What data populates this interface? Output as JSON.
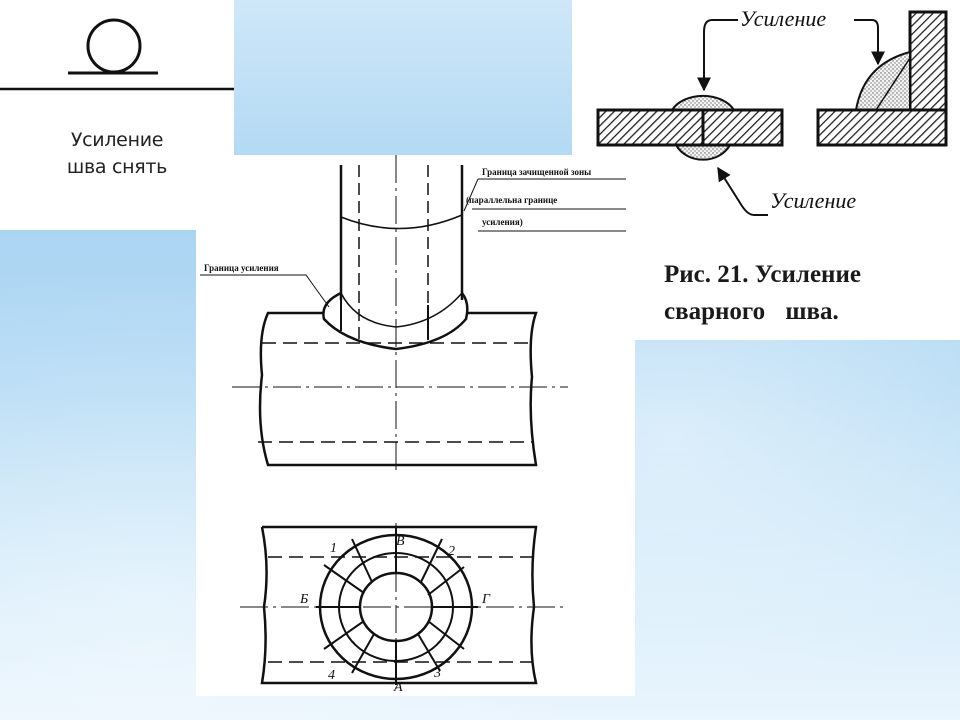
{
  "symbol_panel": {
    "caption_line1": "Усиление",
    "caption_line2": "шва снять"
  },
  "figure21": {
    "label_top": "Усиление",
    "label_bottom": "Усиление",
    "caption_line1": "Рис. 21. Усиление",
    "caption_line2": "сварного шва."
  },
  "drawing": {
    "label_clean_zone": "Граница зачищенной зоны",
    "label_parallel_1": "(параллельна границе",
    "label_parallel_2": "усиления)",
    "label_reinforcement_boundary": "Граница усиления",
    "point_1": "1",
    "point_2": "2",
    "point_3": "3",
    "point_4": "4",
    "point_v": "В",
    "point_b": "Б",
    "point_g": "Г",
    "point_a": "А"
  },
  "colors": {
    "line": "#111111",
    "panel": "#ffffff"
  }
}
